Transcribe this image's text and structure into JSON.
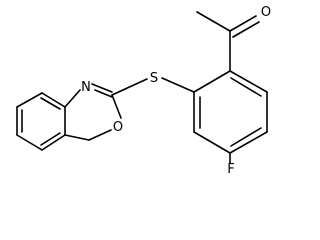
{
  "molecule": {
    "atoms": {
      "n": "N",
      "o_ring": "O",
      "s": "S",
      "o_carbonyl": "O",
      "f": "F"
    }
  }
}
